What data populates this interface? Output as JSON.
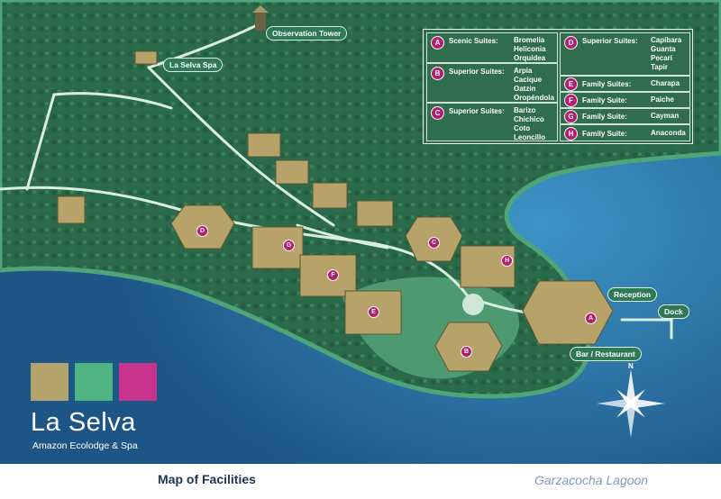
{
  "map": {
    "title": "Map of Facilities",
    "water_label": "Garzacocha Lagoon",
    "compass_north": "N",
    "places": {
      "observation_tower": "Observation Tower",
      "spa": "La Selva Spa",
      "reception": "Reception",
      "dock": "Dock",
      "bar": "Bar / Restaurant"
    },
    "markers": {
      "a": "A",
      "b": "B",
      "c": "C",
      "d": "D",
      "e": "E",
      "f": "F",
      "g": "G",
      "h": "H"
    }
  },
  "brand": {
    "name": "La Selva",
    "tagline": "Amazon Ecolodge & Spa",
    "swatch_colors": [
      "#b3a46b",
      "#4fb384",
      "#c8338e"
    ]
  },
  "legend": {
    "rows": [
      {
        "letter": "A",
        "type": "Scenic Suites:",
        "names": [
          "Bromelia",
          "Heliconia",
          "Orquídea"
        ]
      },
      {
        "letter": "B",
        "type": "Superior Suites:",
        "names": [
          "Arpia",
          "Cacique",
          "Oatzin",
          "Oropéndola"
        ]
      },
      {
        "letter": "C",
        "type": "Superior Suites:",
        "names": [
          "Barizo",
          "Chichico",
          "Coto",
          "Leoncillo"
        ]
      },
      {
        "letter": "D",
        "type": "Superior Suites:",
        "names": [
          "Capibara",
          "Guanta",
          "Pecarí",
          "Tapir"
        ]
      },
      {
        "letter": "E",
        "type": "Family Suites:",
        "names": [
          "Charapa"
        ]
      },
      {
        "letter": "F",
        "type": "Family Suite:",
        "names": [
          "Paiche"
        ]
      },
      {
        "letter": "G",
        "type": "Family Suite:",
        "names": [
          "Cayman"
        ]
      },
      {
        "letter": "H",
        "type": "Family Suite:",
        "names": [
          "Anaconda"
        ]
      }
    ]
  },
  "colors": {
    "water": "#1b4f7a",
    "forest": "#2a6a4a",
    "clearing": "#5aa07a",
    "accent": "#b21f6e",
    "path": "#d9eede"
  }
}
